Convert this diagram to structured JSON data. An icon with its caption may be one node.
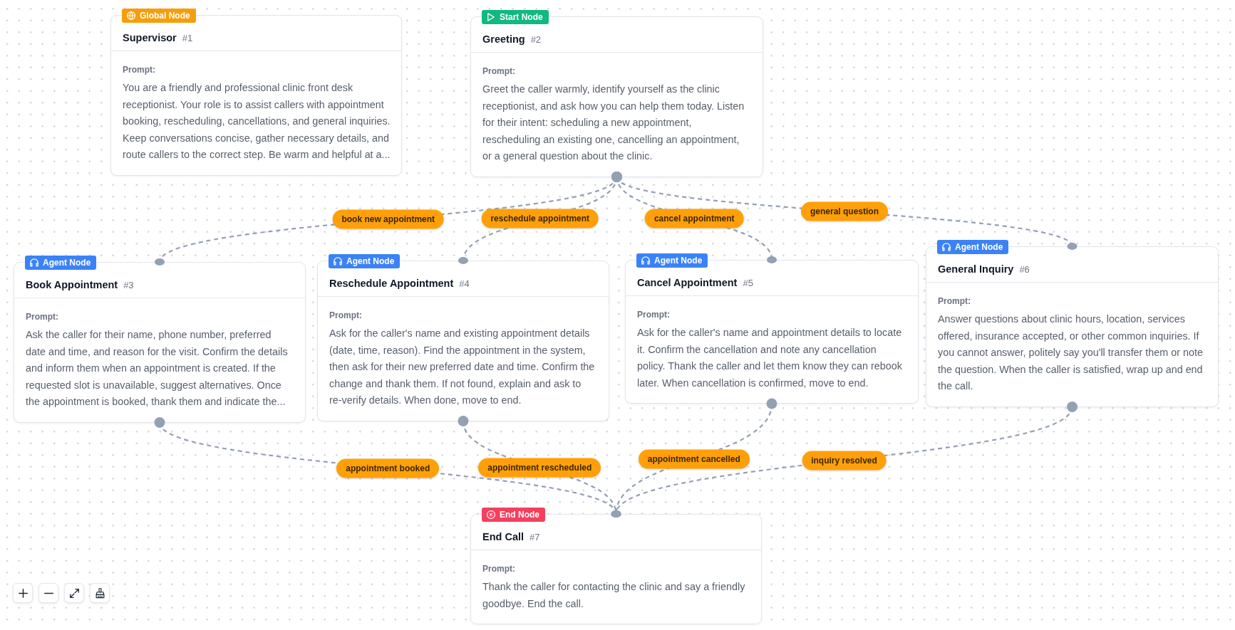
{
  "diagram": {
    "nodes": [
      {
        "text": [
          "Global Node",
          "Supervisor",
          "#1",
          "Prompt:",
          "You are a friendly and professional clinic front desk receptionist. Your role is to assist callers with appointment booking, rescheduling, cancellations, and general inquiries. Keep conversations concise, gather necessary details, and route callers to the correct step. Be warm and helpful at a..."
        ]
      },
      {
        "text": [
          "Start Node",
          "Greeting",
          "#2",
          "Prompt:",
          "Greet the caller warmly, identify yourself as the clinic receptionist, and ask how you can help them today. Listen for their intent: scheduling a new appointment, rescheduling an existing one, cancelling an appointment, or a general question about the clinic."
        ]
      },
      {
        "text": [
          "Agent Node",
          "Book Appointment",
          "#3",
          "Prompt:",
          "Ask the caller for their name, phone number, preferred date and time, and reason for the visit. Confirm the details and inform them when an appointment is created. If the requested slot is unavailable, suggest alternatives. Once the appointment is booked, thank them and indicate the..."
        ]
      },
      {
        "text": [
          "Agent Node",
          "Reschedule Appointment",
          "#4",
          "Prompt:",
          "Ask for the caller's name and existing appointment details (date, time, reason). Find the appointment in the system, then ask for their new preferred date and time. Confirm the change and thank them. If not found, explain and ask to re-verify details. When done, move to end."
        ]
      },
      {
        "text": [
          "Agent Node",
          "Cancel Appointment",
          "#5",
          "Prompt:",
          "Ask for the caller's name and appointment details to locate it. Confirm the cancellation and note any cancellation policy. Thank the caller and let them know they can rebook later. When cancellation is confirmed, move to end."
        ]
      },
      {
        "text": [
          "Agent Node",
          "General Inquiry",
          "#6",
          "Prompt:",
          "Answer questions about clinic hours, location, services offered, insurance accepted, or other common inquiries. If you cannot answer, politely say you'll transfer them or note the question. When the caller is satisfied, wrap up and end the call."
        ]
      },
      {
        "text": [
          "End Node",
          "End Call",
          "#7",
          "Prompt:",
          "Thank the caller for contacting the clinic and say a friendly goodbye. End the call."
        ]
      }
    ],
    "edges": [
      {
        "from": 1,
        "to": 2,
        "arrow": "other",
        "label": "book new appointment",
        "style": "dashed"
      },
      {
        "from": 1,
        "to": 3,
        "arrow": "other",
        "label": "reschedule appointment",
        "style": "dashed"
      },
      {
        "from": 1,
        "to": 4,
        "arrow": "other",
        "label": "cancel appointment",
        "style": "dashed"
      },
      {
        "from": 1,
        "to": 5,
        "arrow": "other",
        "label": "general question",
        "style": "dashed"
      },
      {
        "from": 2,
        "to": 6,
        "arrow": "other",
        "label": "appointment booked",
        "style": "dashed"
      },
      {
        "from": 3,
        "to": 6,
        "arrow": "other",
        "label": "appointment rescheduled",
        "style": "dashed"
      },
      {
        "from": 4,
        "to": 6,
        "arrow": "other",
        "label": "appointment cancelled",
        "style": "dashed"
      },
      {
        "from": 5,
        "to": 6,
        "arrow": "other",
        "label": "inquiry resolved",
        "style": "dashed"
      }
    ]
  }
}
